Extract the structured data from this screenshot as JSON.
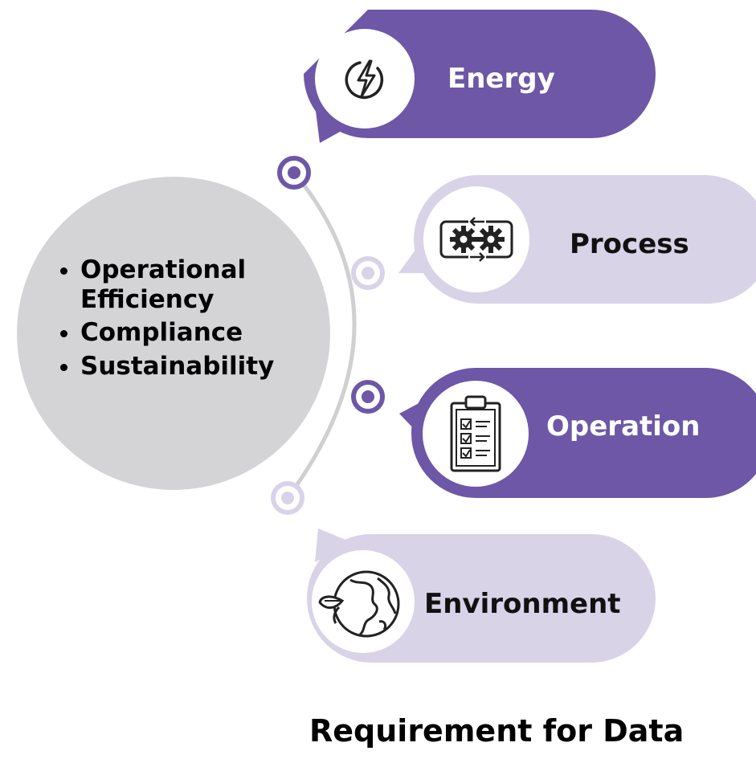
{
  "center": {
    "items": [
      "Operational Efficiency",
      "Compliance",
      "Sustainability"
    ]
  },
  "pills": {
    "energy": {
      "label": "Energy",
      "icon": "lightning-bolt-icon"
    },
    "process": {
      "label": "Process",
      "icon": "gears-process-icon"
    },
    "operation": {
      "label": "Operation",
      "icon": "clipboard-checklist-icon"
    },
    "environment": {
      "label": "Environment",
      "icon": "globe-leaf-icon"
    }
  },
  "footer": {
    "title": "Requirement for Data"
  },
  "colors": {
    "dark_purple": "#6d57a6",
    "light_purple": "#d9d3e8",
    "gray": "#d4d4d6",
    "connector": "#d0d0d2",
    "icon_stroke": "#222222"
  }
}
